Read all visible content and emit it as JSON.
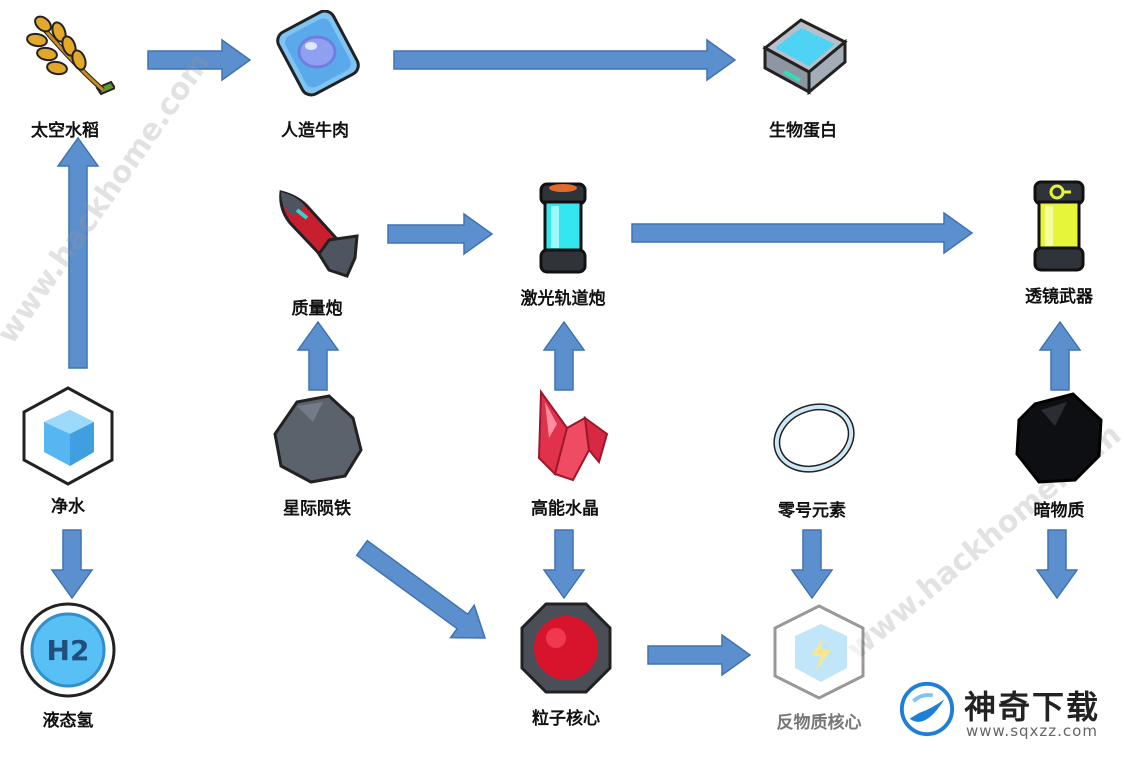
{
  "nodes": [
    {
      "id": "rice",
      "label": "太空水稻",
      "icon": "wheat-icon"
    },
    {
      "id": "beef",
      "label": "人造牛肉",
      "icon": "blue-tile-icon"
    },
    {
      "id": "protein",
      "label": "生物蛋白",
      "icon": "cyan-container-icon"
    },
    {
      "id": "mass_cannon",
      "label": "质量炮",
      "icon": "missile-icon"
    },
    {
      "id": "laser",
      "label": "激光轨道炮",
      "icon": "cyan-canister-icon"
    },
    {
      "id": "lens",
      "label": "透镜武器",
      "icon": "yellow-canister-icon"
    },
    {
      "id": "water",
      "label": "净水",
      "icon": "ice-cube-icon"
    },
    {
      "id": "meteor",
      "label": "星际陨铁",
      "icon": "grey-rock-icon"
    },
    {
      "id": "crystal",
      "label": "高能水晶",
      "icon": "red-crystal-icon"
    },
    {
      "id": "zero",
      "label": "零号元素",
      "icon": "ring-orb-icon"
    },
    {
      "id": "dark",
      "label": "暗物质",
      "icon": "black-rock-icon"
    },
    {
      "id": "hydrogen",
      "label": "液态氢",
      "icon": "h2-badge-icon"
    },
    {
      "id": "particle",
      "label": "粒子核心",
      "icon": "red-core-icon"
    },
    {
      "id": "antimatter",
      "label": "反物质核心",
      "icon": "lightning-cube-icon"
    }
  ],
  "edges": [
    {
      "from": "rice",
      "to": "beef"
    },
    {
      "from": "beef",
      "to": "protein"
    },
    {
      "from": "water",
      "to": "rice"
    },
    {
      "from": "water",
      "to": "hydrogen"
    },
    {
      "from": "mass_cannon",
      "to": "laser"
    },
    {
      "from": "laser",
      "to": "lens"
    },
    {
      "from": "meteor",
      "to": "mass_cannon"
    },
    {
      "from": "meteor",
      "to": "particle"
    },
    {
      "from": "crystal",
      "to": "laser"
    },
    {
      "from": "crystal",
      "to": "particle"
    },
    {
      "from": "particle",
      "to": "antimatter"
    },
    {
      "from": "zero",
      "to": "antimatter"
    },
    {
      "from": "dark",
      "to": "lens"
    },
    {
      "from": "dark",
      "to": "offscreen"
    }
  ],
  "colors": {
    "arrow": "#5b8fcd",
    "arrow_edge": "#3f73b2"
  },
  "watermarks": [
    "www.hackhome.com",
    "www.hackhome.com"
  ],
  "logo": {
    "brand": "神奇下载",
    "url": "www.sqxzz.com"
  }
}
